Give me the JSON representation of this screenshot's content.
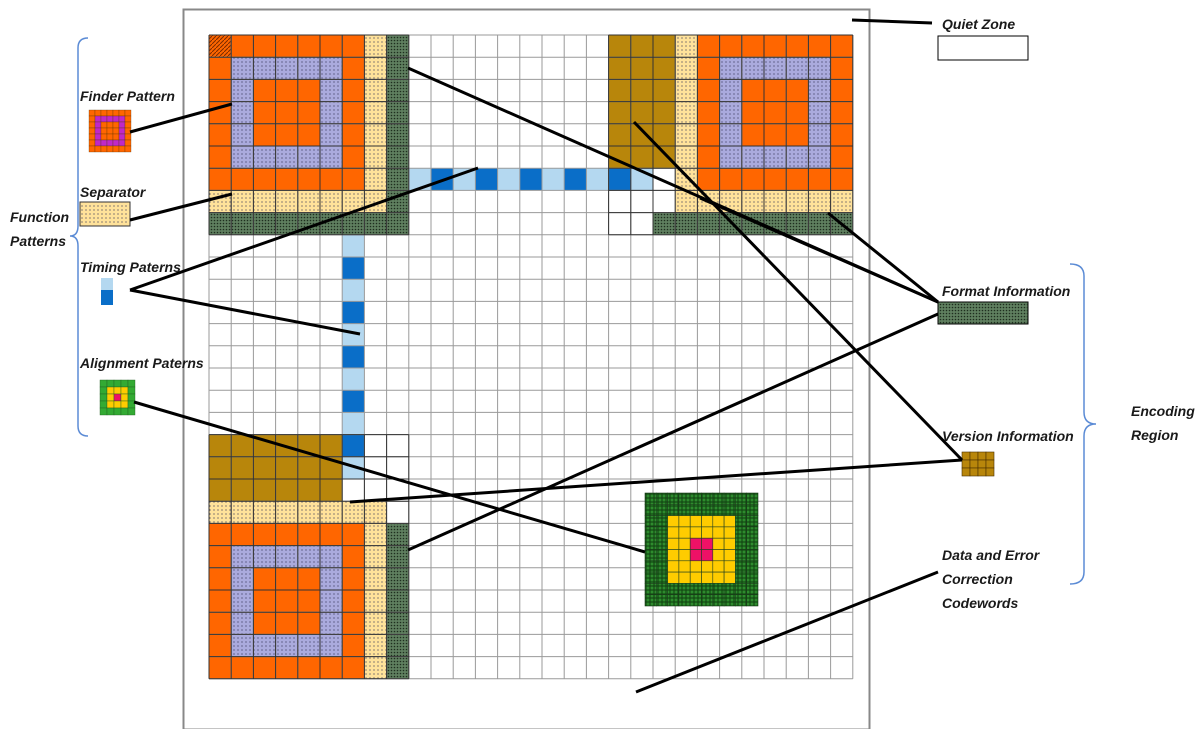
{
  "labels": {
    "quiet_zone": "Quiet Zone",
    "finder_pattern": "Finder Pattern",
    "separator": "Separator",
    "function_patterns": [
      "Function",
      "Patterns"
    ],
    "timing_patterns": "Timing Paterns",
    "alignment_patterns": "Alignment Paterns",
    "format_information": "Format Information",
    "version_information": "Version Information",
    "encoding_region": [
      "Encoding",
      "Region"
    ],
    "data_codewords": [
      "Data and Error",
      "Correction",
      "Codewords"
    ]
  },
  "colors": {
    "finder_orange": "#ff6600",
    "finder_lavender": "#aaaadd",
    "separator_tan": "#ffe29a",
    "format_green": "#5f7f5f",
    "version_brown": "#b8860b",
    "timing_dark_blue": "#0a6ec8",
    "timing_light_blue": "#b4d8f0",
    "alignment_green": "#2e8b2e",
    "alignment_yellow": "#ffcc00",
    "alignment_center": "#ee1166",
    "grid_line": "#999999",
    "bracket_blue": "#5b8bd5"
  }
}
